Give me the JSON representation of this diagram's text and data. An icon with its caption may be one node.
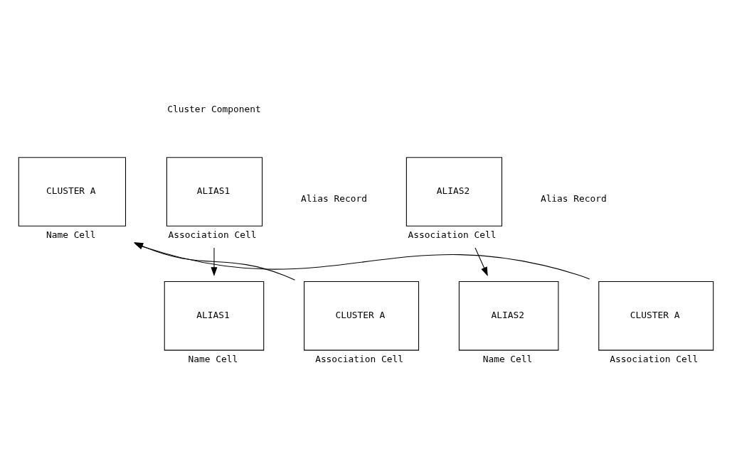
{
  "diagram": {
    "nodes": [
      {
        "text": [
          "CLUSTER A"
        ],
        "beside": [
          "Name Cell"
        ]
      },
      {
        "text": [
          "ALIAS1"
        ],
        "beside": [
          "Association Cell"
        ]
      },
      {
        "text": [
          "ALIAS2"
        ],
        "beside": [
          "Association Cell"
        ]
      },
      {
        "text": [
          "ALIAS1"
        ],
        "beside": [
          "Name Cell"
        ]
      },
      {
        "text": [
          "CLUSTER A"
        ],
        "beside": [
          "Association Cell"
        ]
      },
      {
        "text": [
          "ALIAS2"
        ],
        "beside": [
          "Name Cell"
        ]
      },
      {
        "text": [
          "CLUSTER A"
        ],
        "beside": [
          "Association Cell"
        ]
      }
    ],
    "edges": [
      {
        "from": 1,
        "to": 3,
        "arrow": "to"
      },
      {
        "from": 2,
        "to": 5,
        "arrow": "to"
      },
      {
        "from": 4,
        "to": 0,
        "arrow": "to"
      },
      {
        "from": 6,
        "to": 0,
        "arrow": "to"
      }
    ],
    "labels": [
      "Cluster Component",
      "Alias Record",
      "Alias Record"
    ]
  }
}
